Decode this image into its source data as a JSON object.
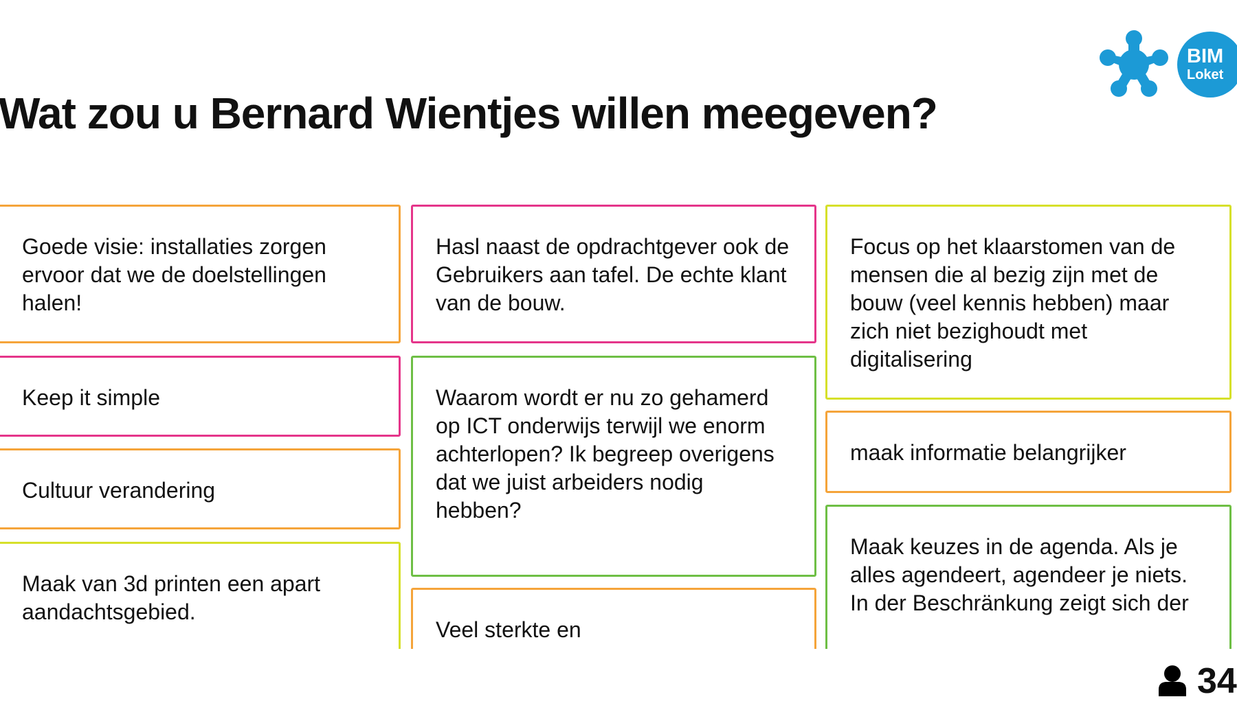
{
  "title": "Wat zou u Bernard Wientjes willen meegeven?",
  "logo": {
    "line1": "BIM",
    "line2": "Loket",
    "color": "#1c9ad6"
  },
  "participants": {
    "icon": "person-icon",
    "count": "34"
  },
  "cards": [
    {
      "text": "Goede visie: installaties zorgen ervoor dat we de doelstellingen halen!",
      "color": "#f5a43a"
    },
    {
      "text": "Keep it simple",
      "color": "#e5358a"
    },
    {
      "text": "Cultuur verandering",
      "color": "#f5a43a"
    },
    {
      "text": "Maak van 3d printen een apart aandachtsgebied.",
      "color": "#d6e02a"
    },
    {
      "text": "Hasl naast de opdrachtgever ook de Gebruikers aan tafel. De echte klant van de bouw.",
      "color": "#e5358a"
    },
    {
      "text": "Waarom wordt er nu zo gehamerd op ICT onderwijs terwijl we enorm achterlopen? Ik begreep overigens dat we juist arbeiders nodig hebben?",
      "color": "#6ebf45"
    },
    {
      "text": "Veel sterkte en",
      "color": "#f5a43a"
    },
    {
      "text": "Focus op het klaarstomen van de mensen die al bezig zijn met de bouw (veel kennis hebben) maar zich niet bezighoudt met digitalisering",
      "color": "#d6e02a"
    },
    {
      "text": "maak informatie belangrijker",
      "color": "#f5a43a"
    },
    {
      "text": "Maak keuzes in de agenda. Als je alles agendeert, agendeer je niets. In der Beschränkung zeigt sich der",
      "color": "#6ebf45"
    }
  ]
}
